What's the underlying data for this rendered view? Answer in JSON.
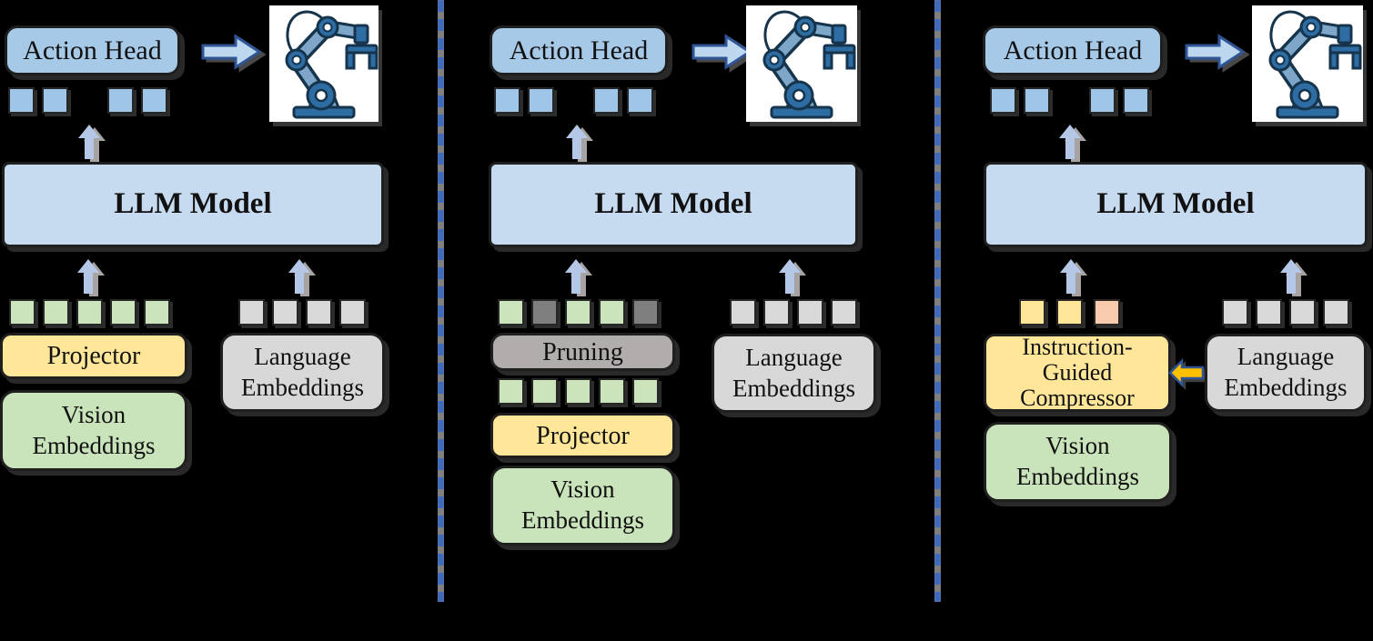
{
  "figure": {
    "description_labels": {
      "action_head": "Action Head",
      "llm": "LLM Model",
      "projector": "Projector",
      "pruning": "Pruning",
      "vision_embeddings": "Vision Embeddings",
      "language_embeddings": "Language Embeddings",
      "compressor_line1": "Instruction-",
      "compressor_line2": "Guided",
      "compressor_line3": "Compressor"
    }
  },
  "colors": {
    "blue": "#9fc5e8",
    "green": "#cbe4bc",
    "gray": "#d9d9d9",
    "darkgray": "#7f7f7f",
    "yellow": "#ffe699",
    "peach": "#f8cbad",
    "divider_blue": "#3f6bbf",
    "divider_gray": "#7f7f7f",
    "arrow_fill": "#bdd7ee",
    "arrow_border": "#2f5597",
    "gold_arrow": "#ffc000",
    "box_blue": "#a6c9e8",
    "box_lightblue": "#c7dbf0"
  },
  "panels": [
    {
      "name": "standard-vla",
      "action_head": "Action Head",
      "llm": "LLM Model",
      "projector": "Projector",
      "vision_embeddings": "Vision Embeddings",
      "language_embeddings": "Language Embeddings",
      "action_tokens": [
        "blue",
        "blue",
        "gap",
        "blue",
        "blue"
      ],
      "vision_tokens": [
        "green",
        "green",
        "green",
        "green",
        "green"
      ],
      "language_tokens": [
        "gray",
        "gray",
        "gray",
        "gray"
      ]
    },
    {
      "name": "token-pruning-vla",
      "action_head": "Action Head",
      "llm": "LLM Model",
      "pruning": "Pruning",
      "projector": "Projector",
      "vision_embeddings": "Vision Embeddings",
      "language_embeddings": "Language Embeddings",
      "action_tokens": [
        "blue",
        "blue",
        "gap",
        "blue",
        "blue"
      ],
      "pruned_tokens": [
        "green",
        "darkgray",
        "green",
        "green",
        "darkgray"
      ],
      "vision_tokens": [
        "green",
        "green",
        "green",
        "green",
        "green"
      ],
      "language_tokens": [
        "gray",
        "gray",
        "gray",
        "gray"
      ]
    },
    {
      "name": "instruction-guided-compression-vla",
      "action_head": "Action Head",
      "llm": "LLM Model",
      "compressor_line1": "Instruction-",
      "compressor_line2": "Guided",
      "compressor_line3": "Compressor",
      "vision_embeddings": "Vision Embeddings",
      "language_embeddings": "Language Embeddings",
      "action_tokens": [
        "blue",
        "blue",
        "gap",
        "blue",
        "blue"
      ],
      "compressed_tokens": [
        "yellow",
        "yellow",
        "peach"
      ],
      "language_tokens": [
        "gray",
        "gray",
        "gray",
        "gray"
      ]
    }
  ]
}
